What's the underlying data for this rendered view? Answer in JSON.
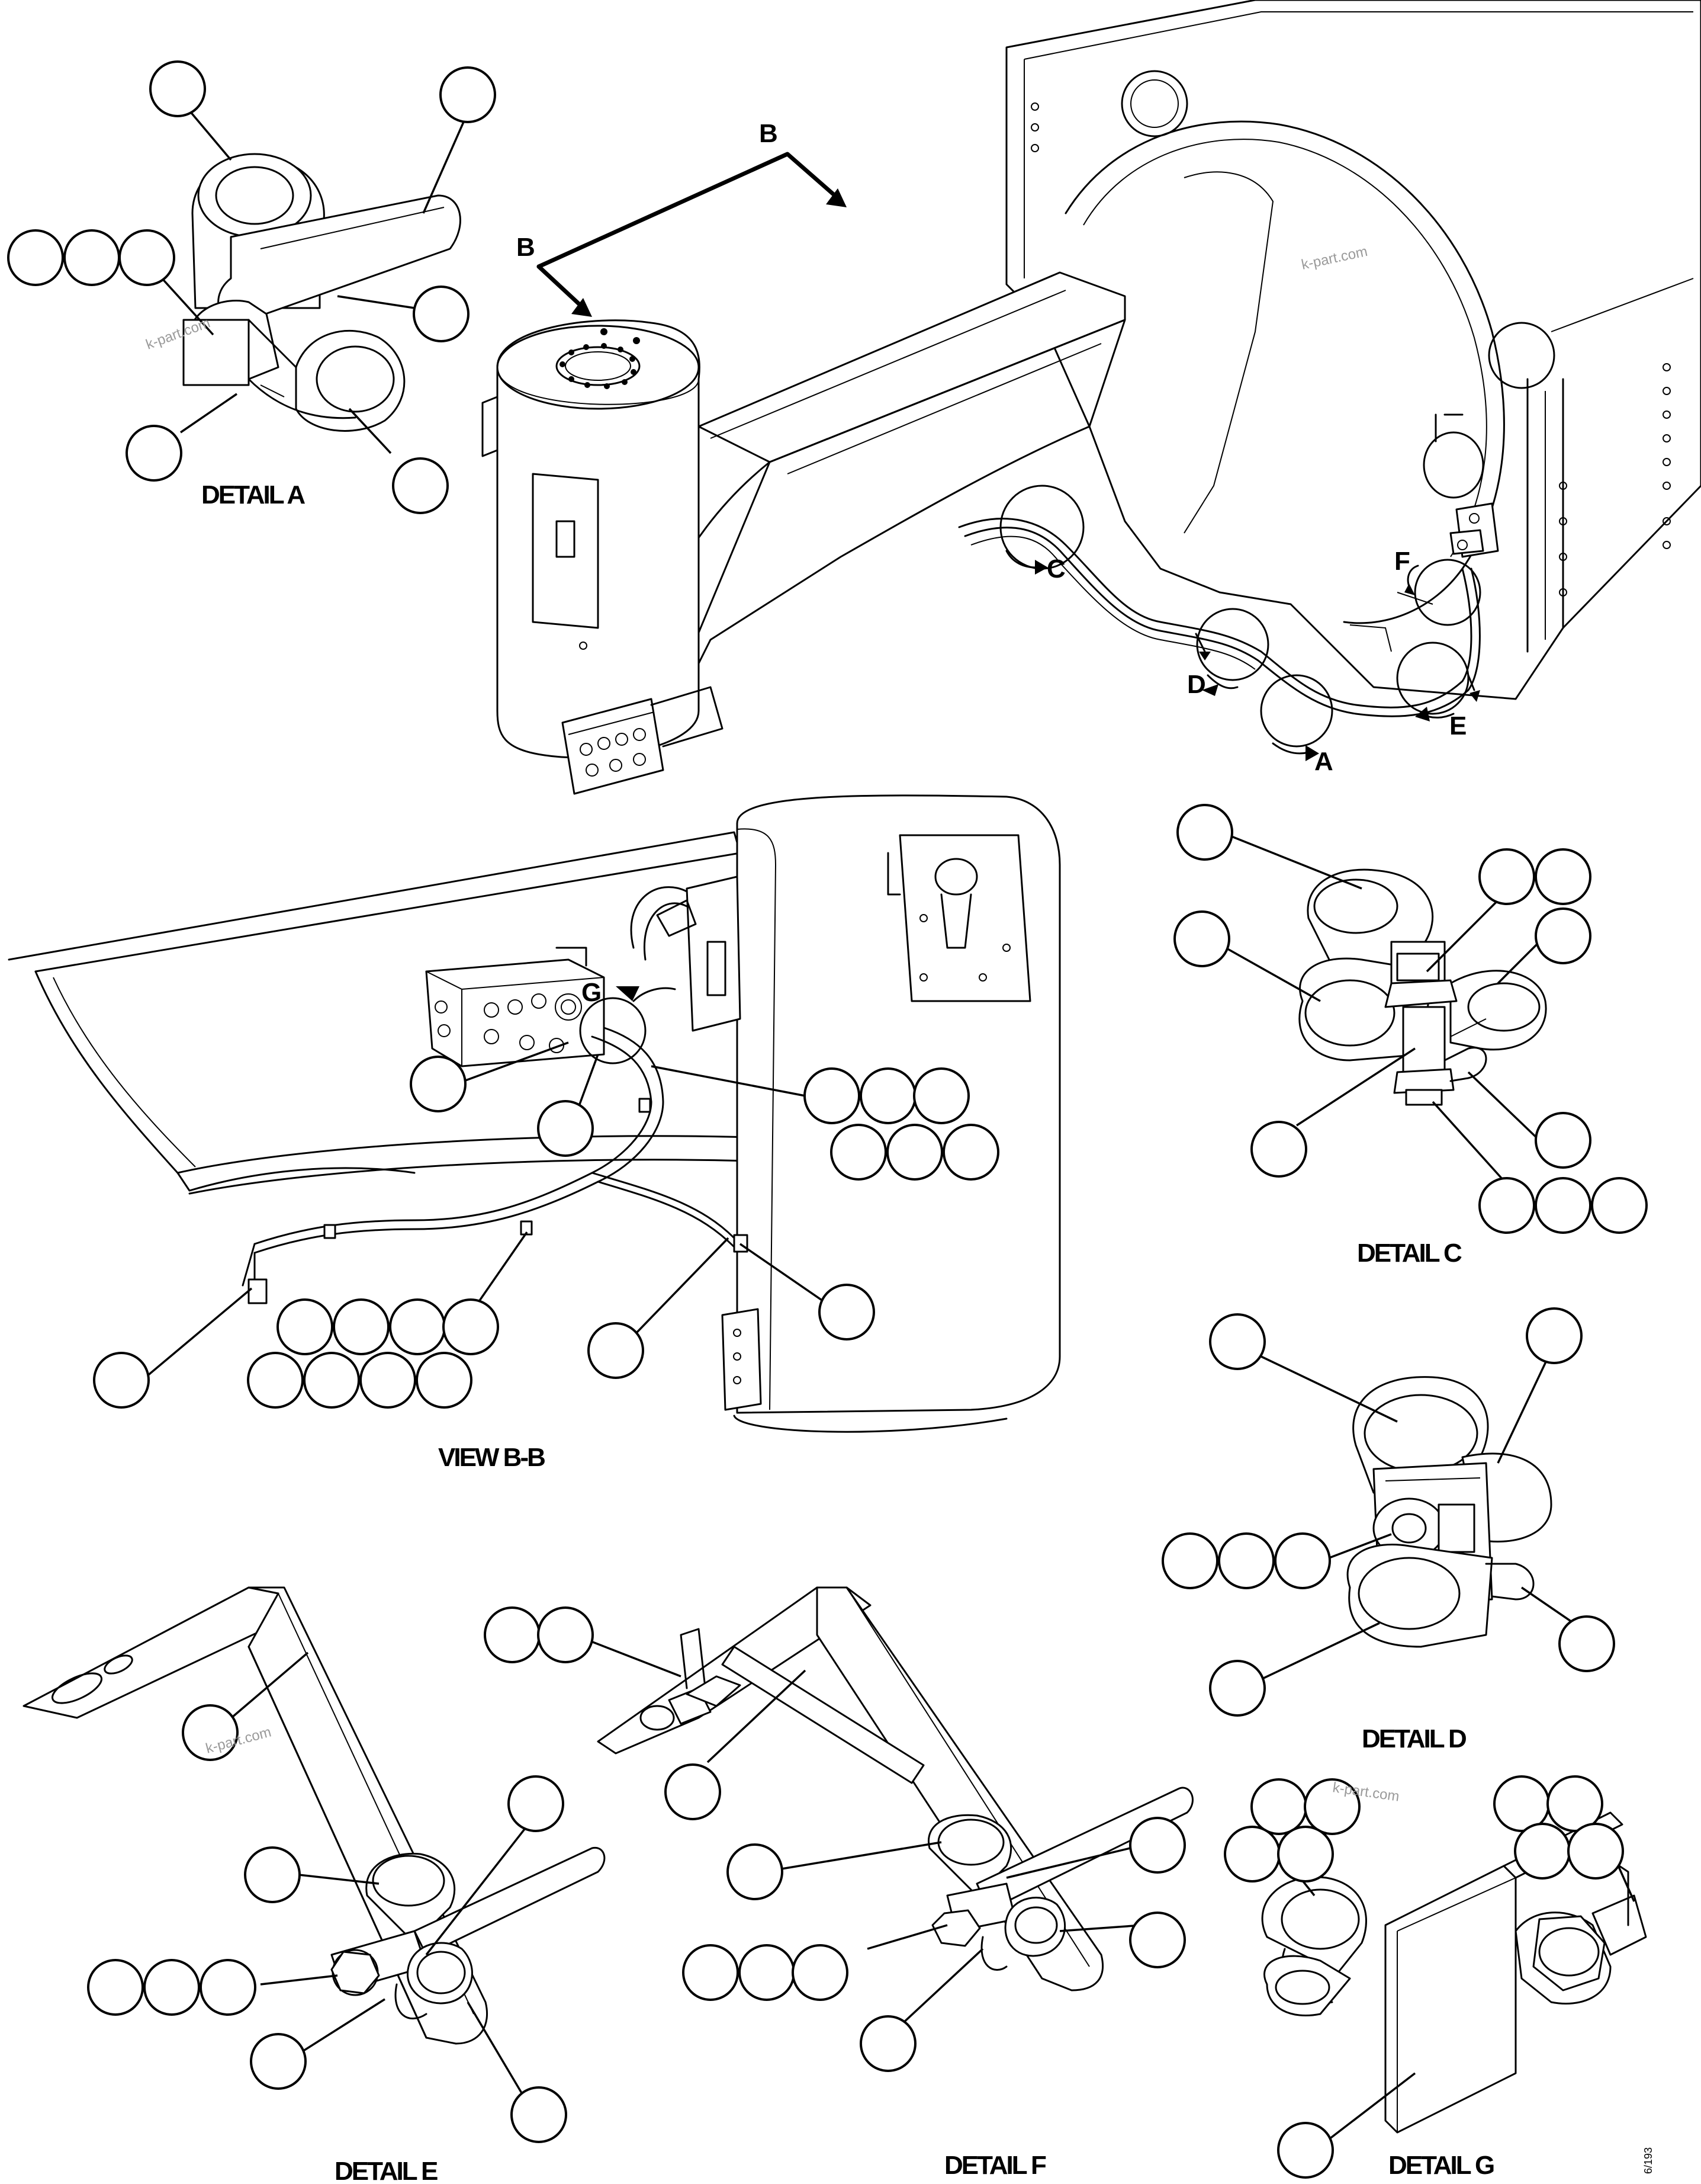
{
  "view_letters": {
    "b_top": "B",
    "b_left": "B",
    "c": "C",
    "d": "D",
    "a": "A",
    "e": "E",
    "f": "F",
    "g": "G"
  },
  "captions": {
    "detail_a": "DETAIL A",
    "view_bb": "VIEW B-B",
    "detail_c": "DETAIL C",
    "detail_d": "DETAIL D",
    "detail_e": "DETAIL E",
    "detail_f": "DETAIL F",
    "detail_g": "DETAIL G"
  },
  "watermarks": [
    "k-part.com",
    "k-part.com",
    "k-part.com",
    "k-part.com"
  ],
  "ref_number": "6/193"
}
